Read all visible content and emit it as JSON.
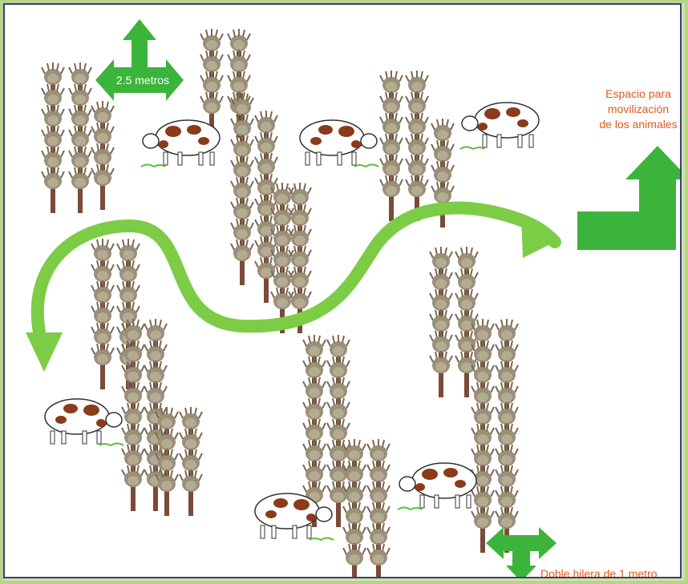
{
  "labels": {
    "width_label": "2.5 metros",
    "space_label_lines": [
      "Espacio para",
      "movilización",
      "de los animales"
    ],
    "double_row_label": "Doble hilera de 1 metro"
  },
  "colors": {
    "arrow_green": "#3cb43c",
    "path_green": "#7ccc46",
    "trunk_brown": "#7a4a3a",
    "foliage": "#8a8a6a",
    "cow_spots": "#8b3a1a",
    "label_orange": "#e05a1c",
    "frame_border": "#3c3c7a"
  },
  "icons": [
    "tree-icon",
    "cow-icon",
    "arrow-icon"
  ]
}
